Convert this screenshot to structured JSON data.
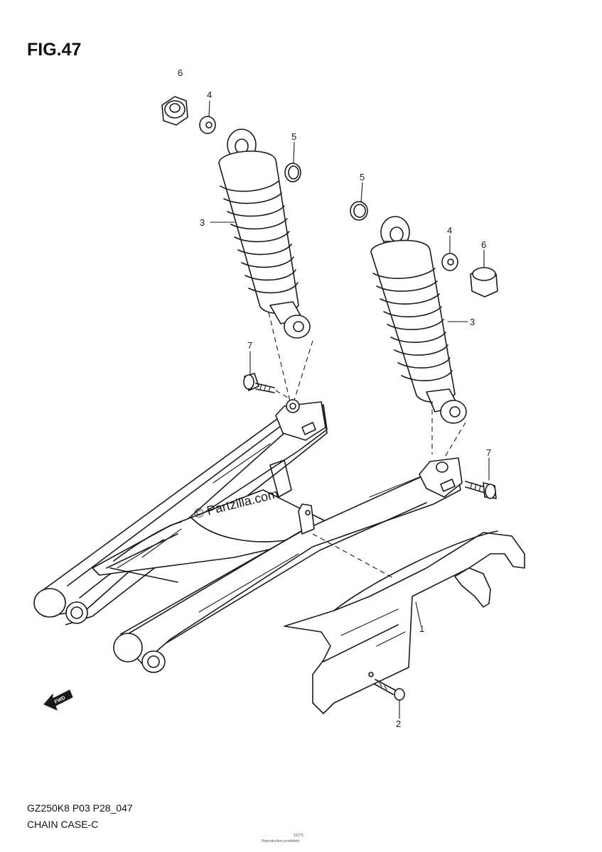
{
  "figure": {
    "title": "FIG.47",
    "model_code": "GZ250K8 P03 P28_047",
    "section_name": "CHAIN CASE-C",
    "watermark": "© Partzilla.com",
    "fwd_label": "FWD",
    "fine_print_id": "16275",
    "fine_print_copyright": "Reproduction prohibited"
  },
  "callouts": {
    "c1": "1",
    "c2": "2",
    "c3_left": "3",
    "c3_right": "3",
    "c4_left": "4",
    "c4_right": "4",
    "c5_left": "5",
    "c5_right": "5",
    "c6_left": "6",
    "c6_right": "6",
    "c7_left": "7",
    "c7_right": "7"
  }
}
